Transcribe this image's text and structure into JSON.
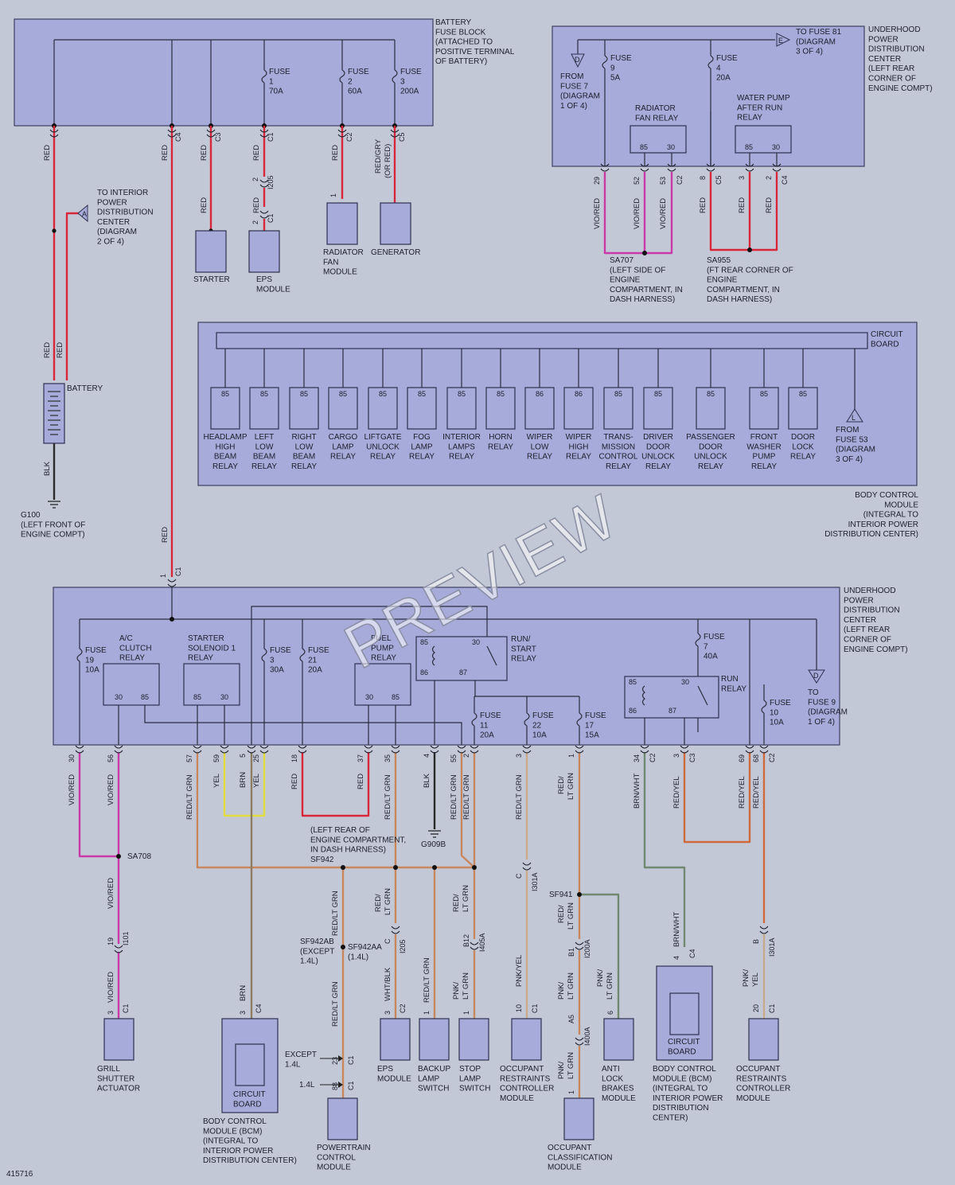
{
  "watermark": "PREVIEW",
  "figure_id": "415716",
  "labels": {
    "battery_fuse_block": [
      "BATTERY",
      "FUSE BLOCK",
      "(ATTACHED TO",
      "POSITIVE TERMINAL",
      "OF BATTERY)"
    ],
    "fuse1": [
      "FUSE",
      "1",
      "70A"
    ],
    "fuse2": [
      "FUSE",
      "2",
      "60A"
    ],
    "fuse3": [
      "FUSE",
      "3",
      "200A"
    ],
    "underhood_top": [
      "UNDERHOOD",
      "POWER",
      "DISTRIBUTION",
      "CENTER",
      "(LEFT REAR",
      "CORNER OF",
      "ENGINE COMPT)"
    ],
    "to_fuse81": [
      "TO FUSE 81",
      "(DIAGRAM",
      "3 OF 4)"
    ],
    "from_fuse7": [
      "FROM",
      "FUSE 7",
      "(DIAGRAM",
      "1 OF 4)"
    ],
    "fuse9": [
      "FUSE",
      "9",
      "5A"
    ],
    "fuse4": [
      "FUSE",
      "4",
      "20A"
    ],
    "radiator_fan_relay": [
      "RADIATOR",
      "FAN RELAY"
    ],
    "water_pump_relay": [
      "WATER PUMP",
      "AFTER RUN",
      "RELAY"
    ],
    "to_interior_pdc": [
      "TO INTERIOR",
      "POWER",
      "DISTRIBUTION",
      "CENTER",
      "(DIAGRAM",
      "2 OF 4)"
    ],
    "starter": [
      "STARTER"
    ],
    "eps_module_top": [
      "EPS",
      "MODULE"
    ],
    "radiator_fan_module": [
      "RADIATOR",
      "FAN",
      "MODULE"
    ],
    "generator": [
      "GENERATOR"
    ],
    "battery": [
      "BATTERY"
    ],
    "g100": [
      "G100",
      "(LEFT FRONT OF",
      "ENGINE COMPT)"
    ],
    "sa707": [
      "SA707",
      "(LEFT SIDE OF",
      "ENGINE",
      "COMPARTMENT, IN",
      "DASH HARNESS)"
    ],
    "sa955": [
      "SA955",
      "(FT REAR CORNER OF",
      "ENGINE",
      "COMPARTMENT, IN",
      "DASH HARNESS)"
    ],
    "circuit_board_top": [
      "CIRCUIT",
      "BOARD"
    ],
    "from_fuse53": [
      "FROM",
      "FUSE 53",
      "(DIAGRAM",
      "3 OF 4)"
    ],
    "bcm_top": [
      "BODY CONTROL",
      "MODULE",
      "(INTEGRAL TO",
      "INTERIOR POWER",
      "DISTRIBUTION CENTER)"
    ],
    "underhood_bottom": [
      "UNDERHOOD",
      "POWER",
      "DISTRIBUTION",
      "CENTER",
      "(LEFT REAR",
      "CORNER OF",
      "ENGINE COMPT)"
    ],
    "ac_clutch_relay": [
      "A/C",
      "CLUTCH",
      "RELAY"
    ],
    "starter_solenoid_relay": [
      "STARTER",
      "SOLENOID 1",
      "RELAY"
    ],
    "fuel_pump_relay": [
      "FUEL",
      "PUMP",
      "RELAY"
    ],
    "run_start_relay": [
      "RUN/",
      "START",
      "RELAY"
    ],
    "run_relay": [
      "RUN",
      "RELAY"
    ],
    "fuse19": [
      "FUSE",
      "19",
      "10A"
    ],
    "fuse3b": [
      "FUSE",
      "3",
      "30A"
    ],
    "fuse21": [
      "FUSE",
      "21",
      "20A"
    ],
    "fuse11": [
      "FUSE",
      "11",
      "20A"
    ],
    "fuse22": [
      "FUSE",
      "22",
      "10A"
    ],
    "fuse17": [
      "FUSE",
      "17",
      "15A"
    ],
    "fuse7b": [
      "FUSE",
      "7",
      "40A"
    ],
    "fuse10": [
      "FUSE",
      "10",
      "10A"
    ],
    "to_fuse9": [
      "TO",
      "FUSE 9",
      "(DIAGRAM",
      "1 OF 4)"
    ],
    "sa708": [
      "SA708"
    ],
    "sf942": [
      "(LEFT REAR OF",
      "ENGINE COMPARTMENT,",
      "IN DASH HARNESS)",
      "SF942"
    ],
    "g909b": [
      "G909B"
    ],
    "sf941": [
      "SF941"
    ],
    "sf942ab": [
      "SF942AB",
      "(EXCEPT",
      "1.4L)"
    ],
    "sf942aa": [
      "SF942AA",
      "(1.4L)"
    ],
    "except14": [
      "EXCEPT",
      "1.4L"
    ],
    "l14": [
      "1.4L"
    ],
    "grill_shutter": [
      "GRILL",
      "SHUTTER",
      "ACTUATOR"
    ],
    "bcm_bottom_left": [
      "BODY CONTROL",
      "MODULE (BCM)",
      "(INTEGRAL TO",
      "INTERIOR POWER",
      "DISTRIBUTION CENTER)"
    ],
    "circuit_board_l": [
      "CIRCUIT",
      "BOARD"
    ],
    "pcm": [
      "POWERTRAIN",
      "CONTROL",
      "MODULE"
    ],
    "eps_module_bottom": [
      "EPS",
      "MODULE"
    ],
    "backup_lamp": [
      "BACKUP",
      "LAMP",
      "SWITCH"
    ],
    "stop_lamp": [
      "STOP",
      "LAMP",
      "SWITCH"
    ],
    "orc": [
      "OCCUPANT",
      "RESTRAINTS",
      "CONTROLLER",
      "MODULE"
    ],
    "ocm": [
      "OCCUPANT",
      "CLASSIFICATION",
      "MODULE"
    ],
    "abs": [
      "ANTI",
      "LOCK",
      "BRAKES",
      "MODULE"
    ],
    "bcm_bottom_right": [
      "BODY CONTROL",
      "MODULE (BCM)",
      "(INTEGRAL TO",
      "INTERIOR POWER",
      "DISTRIBUTION",
      "CENTER)"
    ],
    "circuit_board_r": [
      "CIRCUIT",
      "BOARD"
    ],
    "orc2": [
      "OCCUPANT",
      "RESTRAINTS",
      "CONTROLLER",
      "MODULE"
    ]
  },
  "bcm_relays": [
    {
      "pin": "85",
      "label": [
        "HEADLAMP",
        "HIGH",
        "BEAM",
        "RELAY"
      ]
    },
    {
      "pin": "85",
      "label": [
        "LEFT",
        "LOW",
        "BEAM",
        "RELAY"
      ]
    },
    {
      "pin": "85",
      "label": [
        "RIGHT",
        "LOW",
        "BEAM",
        "RELAY"
      ]
    },
    {
      "pin": "85",
      "label": [
        "CARGO",
        "LAMP",
        "RELAY"
      ]
    },
    {
      "pin": "85",
      "label": [
        "LIFTGATE",
        "UNLOCK",
        "RELAY"
      ]
    },
    {
      "pin": "85",
      "label": [
        "FOG",
        "LAMP",
        "RELAY"
      ]
    },
    {
      "pin": "85",
      "label": [
        "INTERIOR",
        "LAMPS",
        "RELAY"
      ]
    },
    {
      "pin": "85",
      "label": [
        "HORN",
        "RELAY"
      ]
    },
    {
      "pin": "86",
      "label": [
        "WIPER",
        "LOW",
        "RELAY"
      ]
    },
    {
      "pin": "86",
      "label": [
        "WIPER",
        "HIGH",
        "RELAY"
      ]
    },
    {
      "pin": "85",
      "label": [
        "TRANS-",
        "MISSION",
        "CONTROL",
        "RELAY"
      ]
    },
    {
      "pin": "85",
      "label": [
        "DRIVER",
        "DOOR",
        "UNLOCK",
        "RELAY"
      ]
    },
    {
      "pin": "85",
      "label": [
        "PASSENGER",
        "DOOR",
        "UNLOCK",
        "RELAY"
      ]
    },
    {
      "pin": "85",
      "label": [
        "FRONT",
        "WASHER",
        "PUMP",
        "RELAY"
      ]
    },
    {
      "pin": "85",
      "label": [
        "DOOR",
        "LOCK",
        "RELAY"
      ]
    }
  ],
  "wire_labels": {
    "red": "RED",
    "blk": "BLK",
    "yel": "YEL",
    "brn": "BRN",
    "viored": "VIO/RED",
    "redgry": "RED/GRY",
    "orred": "(OR RED)",
    "redltgrn": "RED/LT GRN",
    "redltgrn_a": "RED/",
    "ltgrn": "LT GRN",
    "brnwht": "BRN/WHT",
    "redyel": "RED/YEL",
    "whtblk": "WHT/BLK",
    "pnk": "PNK/",
    "pnkyel": "PNK/YEL",
    "pnkyel2": "PNK/",
    "yel2": "YEL"
  },
  "pins": {
    "c1": "C1",
    "c2": "C2",
    "c3": "C3",
    "c4": "C4",
    "c5": "C5",
    "n1": "1",
    "n2": "2",
    "n3": "3",
    "n4": "4",
    "n5": "5",
    "n6": "6",
    "n8": "8",
    "n10": "10",
    "n18": "18",
    "n19": "19",
    "n20": "20",
    "n23": "23",
    "n25": "25",
    "n29": "29",
    "n30": "30",
    "n34": "34",
    "n35": "35",
    "n37": "37",
    "n52": "52",
    "n53": "53",
    "n55": "55",
    "n56": "56",
    "n57": "57",
    "n59": "59",
    "n68": "68",
    "n69": "69",
    "n85": "85",
    "n86": "86",
    "n87": "87",
    "n88": "88",
    "b": "B",
    "c": "C",
    "a5": "A5",
    "b1": "B1",
    "b12": "B12",
    "i205": "I205",
    "i101": "I101",
    "i301a": "I301A",
    "i405a": "I405A",
    "i200a": "I200A",
    "i400a": "I400A",
    "ta": "A",
    "td": "D",
    "te": "E",
    "tl": "L"
  }
}
